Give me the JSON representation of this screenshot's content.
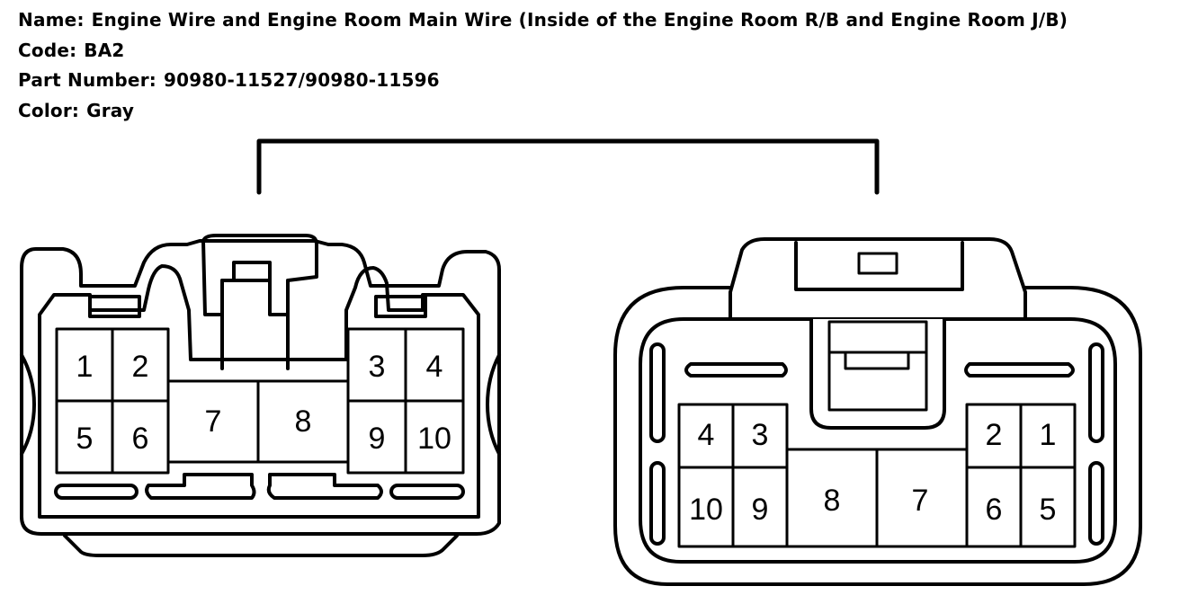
{
  "header": {
    "name_label": "Name:",
    "name_value": "Engine Wire and Engine Room Main Wire (Inside of the Engine Room R/B and Engine Room J/B)",
    "code_label": "Code:",
    "code_value": "BA2",
    "part_label": "Part Number:",
    "part_value": "90980-11527/90980-11596",
    "color_label": "Color:",
    "color_value": "Gray"
  },
  "left_connector": {
    "pins": [
      "1",
      "2",
      "3",
      "4",
      "5",
      "6",
      "7",
      "8",
      "9",
      "10"
    ]
  },
  "right_connector": {
    "pins": [
      "4",
      "3",
      "2",
      "1",
      "10",
      "9",
      "8",
      "7",
      "6",
      "5"
    ]
  }
}
